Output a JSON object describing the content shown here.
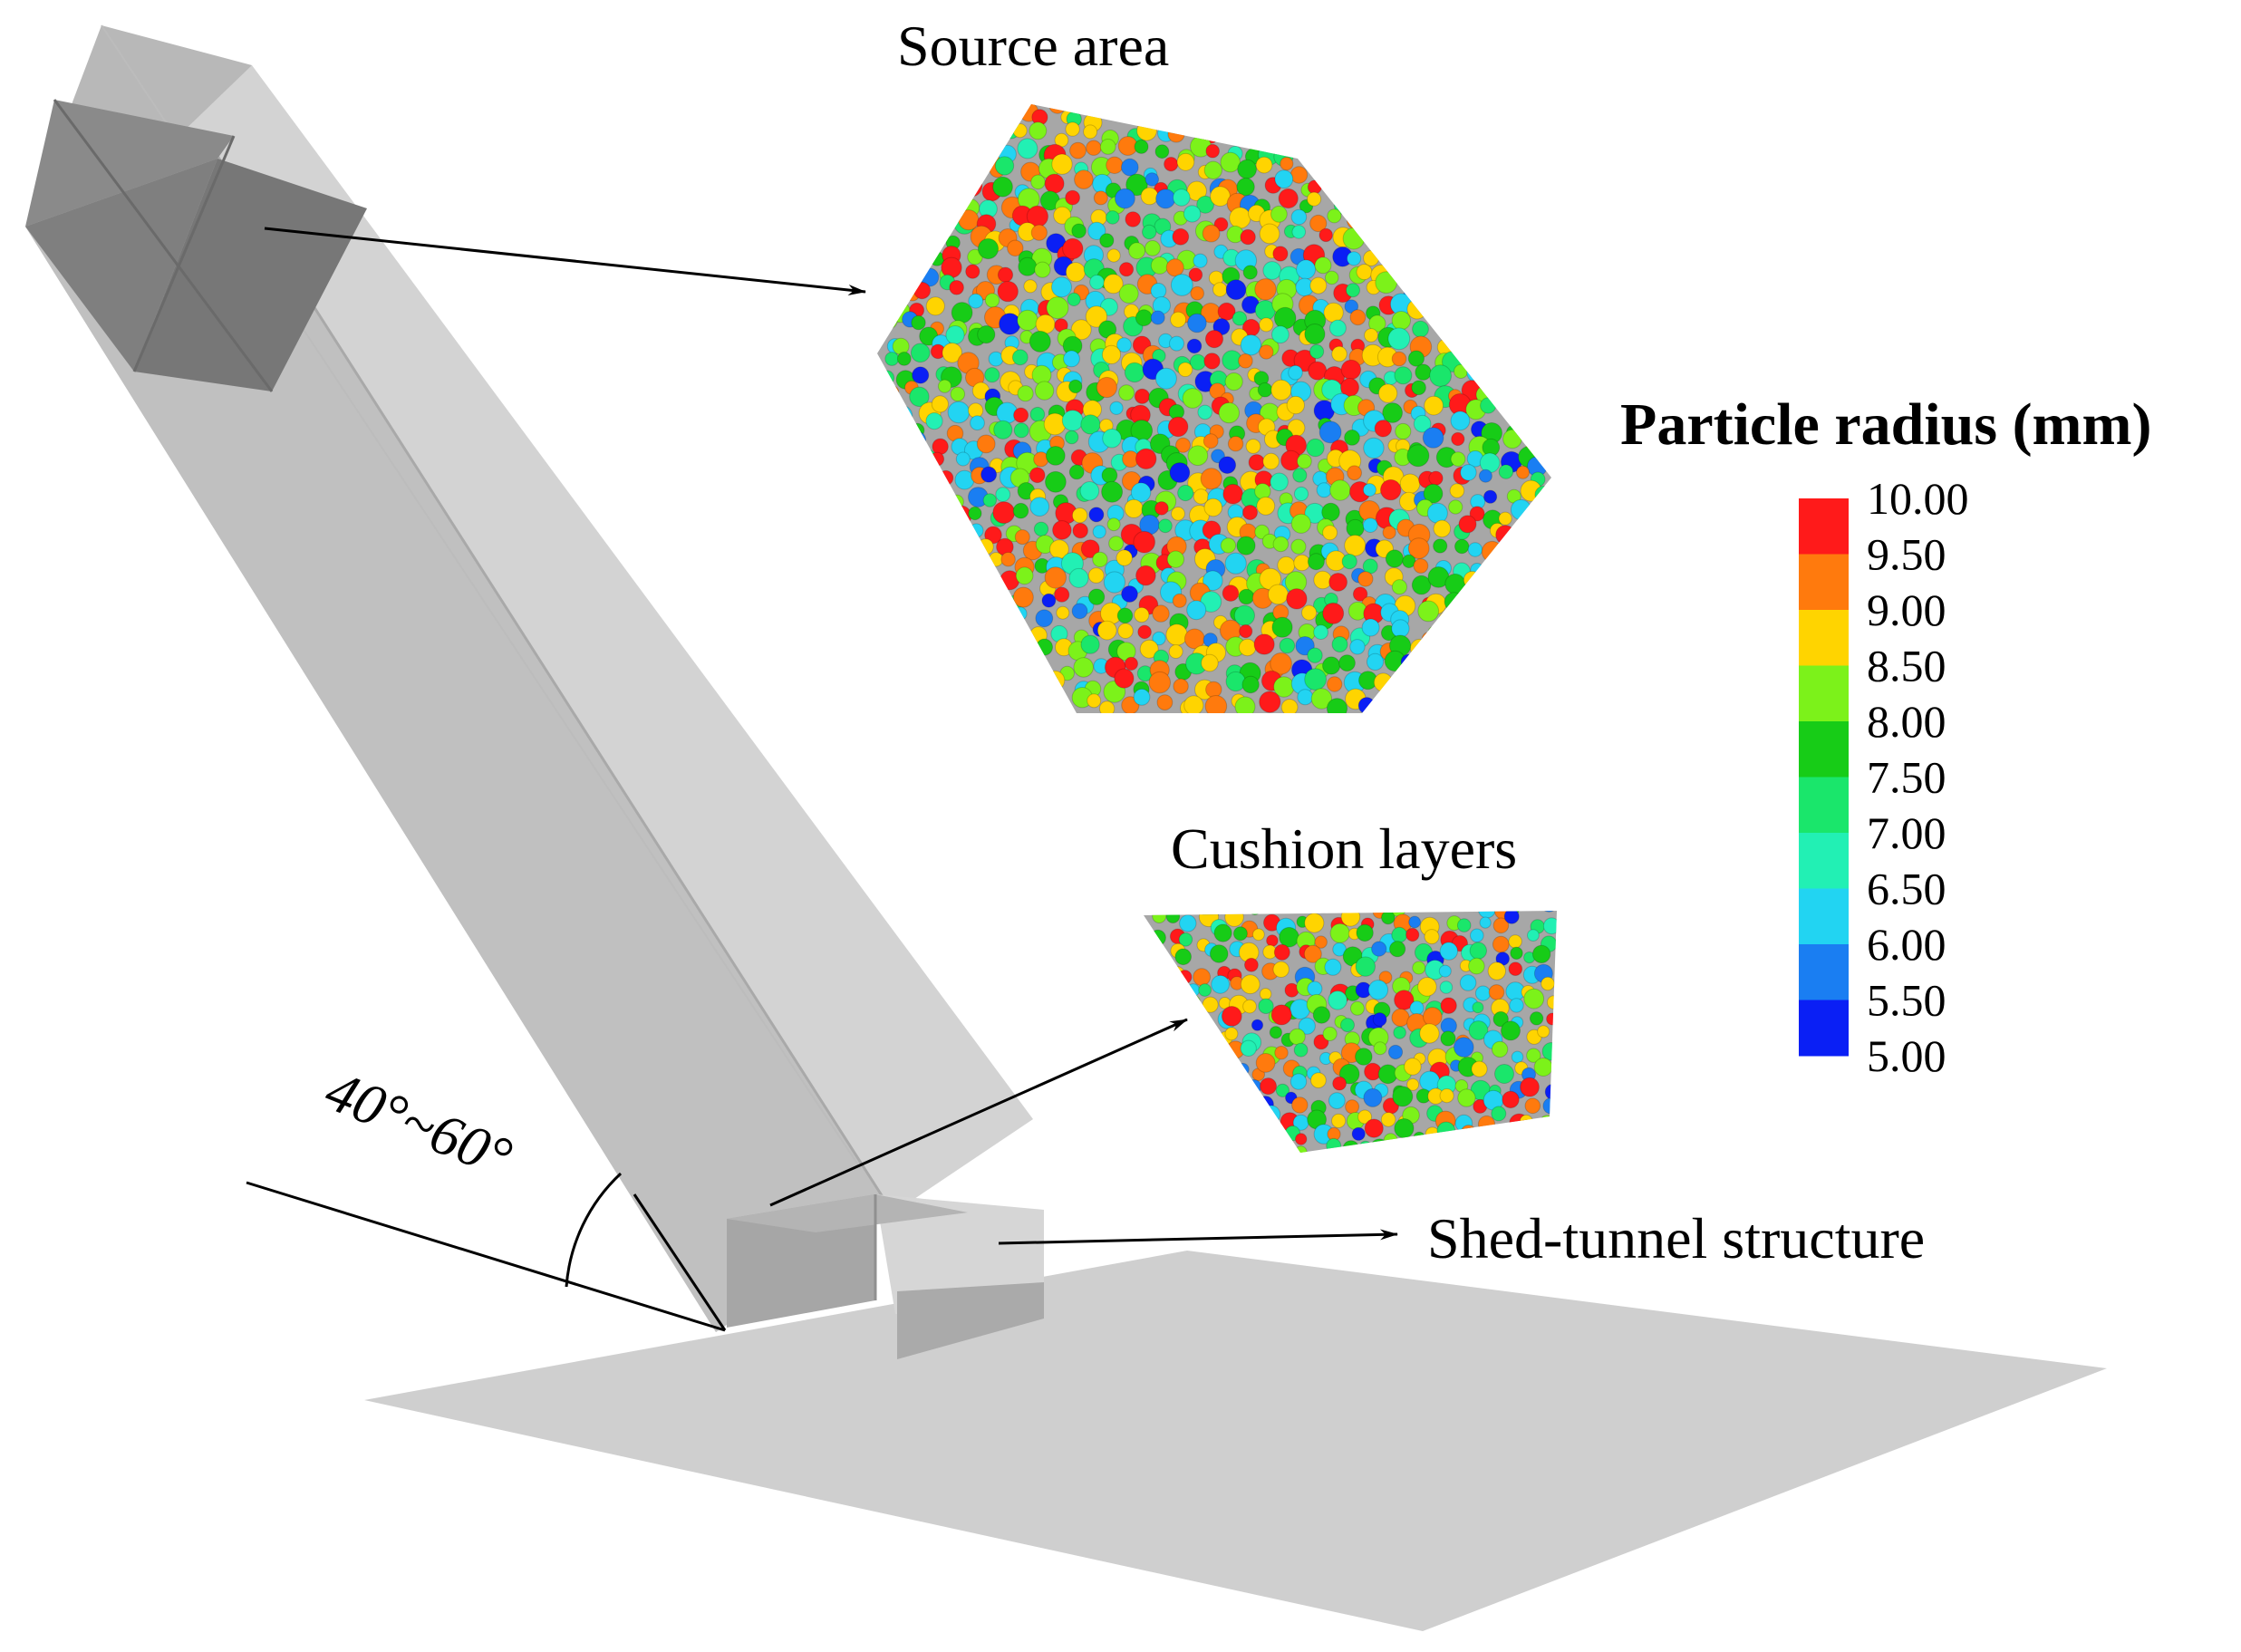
{
  "labels": {
    "source_area": "Source area",
    "cushion_layers": "Cushion layers",
    "shed_tunnel": "Shed-tunnel structure",
    "angle": "40°~60°"
  },
  "legend": {
    "title": "Particle radius (mm)",
    "ticks": [
      "10.00",
      "9.50",
      "9.00",
      "8.50",
      "8.00",
      "7.50",
      "7.00",
      "6.50",
      "6.00",
      "5.50",
      "5.00"
    ],
    "colors": [
      "#ff1a1a",
      "#ff7a0d",
      "#ffd400",
      "#7cf21a",
      "#17cc17",
      "#1ae66b",
      "#22f0b4",
      "#22d4f2",
      "#1a7ef2",
      "#0a1ff5"
    ]
  },
  "colors": {
    "chute_light": "#d2d2d2",
    "chute_mid": "#bdbdbd",
    "chute_dark": "#8f8f8f",
    "ground": "#cfcfcf",
    "box_gray": "#a9a9a9"
  }
}
